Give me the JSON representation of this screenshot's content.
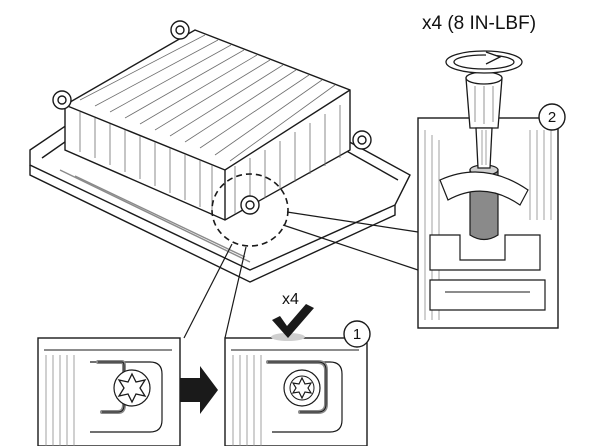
{
  "annotations": {
    "torque": "x4 (8 IN-LBF)",
    "repeat": "x4",
    "step1": "1",
    "step2": "2"
  },
  "icons": {
    "rotate": "clockwise-rotation-arrow-icon",
    "check": "checkmark-icon",
    "arrow": "right-arrow-icon"
  },
  "colors": {
    "line": "#1a1a1a",
    "gray": "#8a8a8a",
    "light": "#cfcfcf"
  }
}
